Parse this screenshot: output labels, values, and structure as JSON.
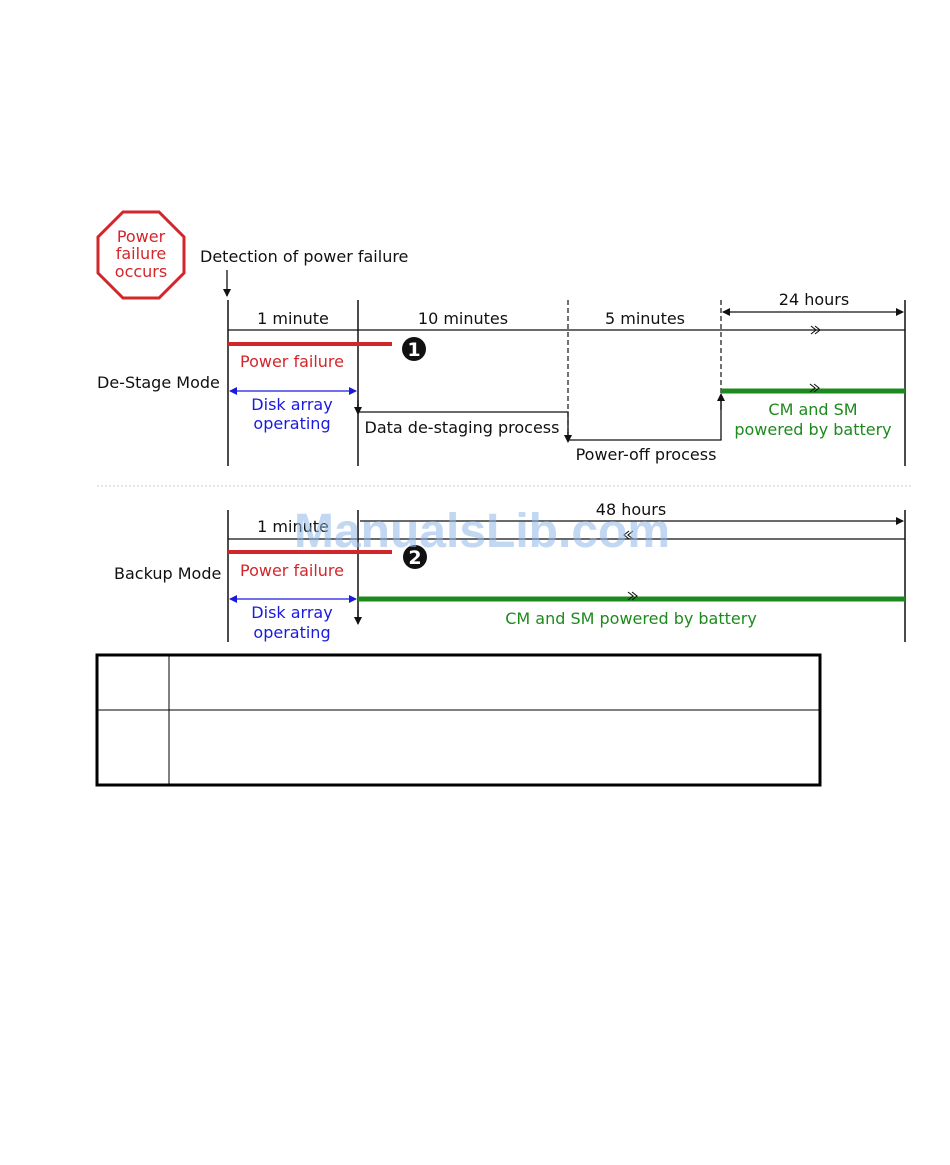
{
  "badge": {
    "lines": [
      "Power",
      "failure",
      "occurs"
    ],
    "color": "#d3262b"
  },
  "detection_label": "Detection of power failure",
  "destage": {
    "mode_label": "De-Stage Mode",
    "durations": [
      "1 minute",
      "10 minutes",
      "5 minutes",
      "24 hours"
    ],
    "power_failure": "Power failure",
    "disk_array": [
      "Disk array",
      "operating"
    ],
    "destaging_process": "Data de-staging process",
    "poweroff_process": "Power-off process",
    "battery": [
      "CM and SM",
      "powered by battery"
    ],
    "marker": "1"
  },
  "backup": {
    "mode_label": "Backup Mode",
    "durations": [
      "1 minute",
      "48 hours"
    ],
    "power_failure": "Power failure",
    "disk_array": [
      "Disk array",
      "operating"
    ],
    "battery": "CM and SM powered by battery",
    "marker": "2"
  },
  "watermark": "ManualsLib.com",
  "colors": {
    "red": "#d3262b",
    "blue": "#1a1adf",
    "green": "#1d8a1d",
    "black": "#111111"
  }
}
